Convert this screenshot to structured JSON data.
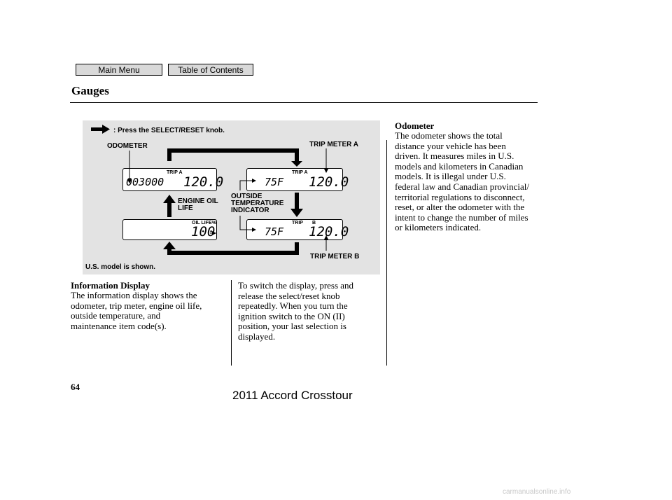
{
  "nav": {
    "main_menu": "Main Menu",
    "table_of_contents": "Table of Contents"
  },
  "section_title": "Gauges",
  "figure": {
    "legend_text": ": Press the SELECT/RESET knob.",
    "odometer_label": "ODOMETER",
    "trip_meter_a_label": "TRIP METER A",
    "trip_meter_b_label": "TRIP METER B",
    "engine_oil_life_label": "ENGINE OIL\nLIFE",
    "outside_temp_label": "OUTSIDE\nTEMPERATURE\nINDICATOR",
    "model_note": "U.S. model is shown.",
    "display1": {
      "tag": "TRIP A",
      "left": "003000",
      "right": "120.0"
    },
    "display2": {
      "tag": "TRIP A",
      "left": "75F",
      "right": "120.0"
    },
    "display3": {
      "tag": "OIL LIFE%",
      "right": "100"
    },
    "display4": {
      "tag1": "TRIP",
      "tag2": "B",
      "left": "75F",
      "right": "120.0"
    }
  },
  "info_display": {
    "heading": "Information Display",
    "text": "The information display shows the\nodometer, trip meter, engine oil life,\noutside temperature, and\nmaintenance item code(s).",
    "text2": "To switch the display, press and\nrelease the select/reset knob\nrepeatedly. When you turn the\nignition switch to the ON (II)\nposition, your last selection is\ndisplayed."
  },
  "odometer": {
    "heading": "Odometer",
    "text": "The odometer shows the total\ndistance your vehicle has been\ndriven. It measures miles in U.S.\nmodels and kilometers in Canadian\nmodels. It is illegal under U.S.\nfederal law and Canadian provincial/\nterritorial regulations to disconnect,\nreset, or alter the odometer with the\nintent to change the number of miles\nor kilometers indicated."
  },
  "page_number": "64",
  "footer_title": "2011 Accord Crosstour",
  "watermark": "carmanualsonline.info"
}
